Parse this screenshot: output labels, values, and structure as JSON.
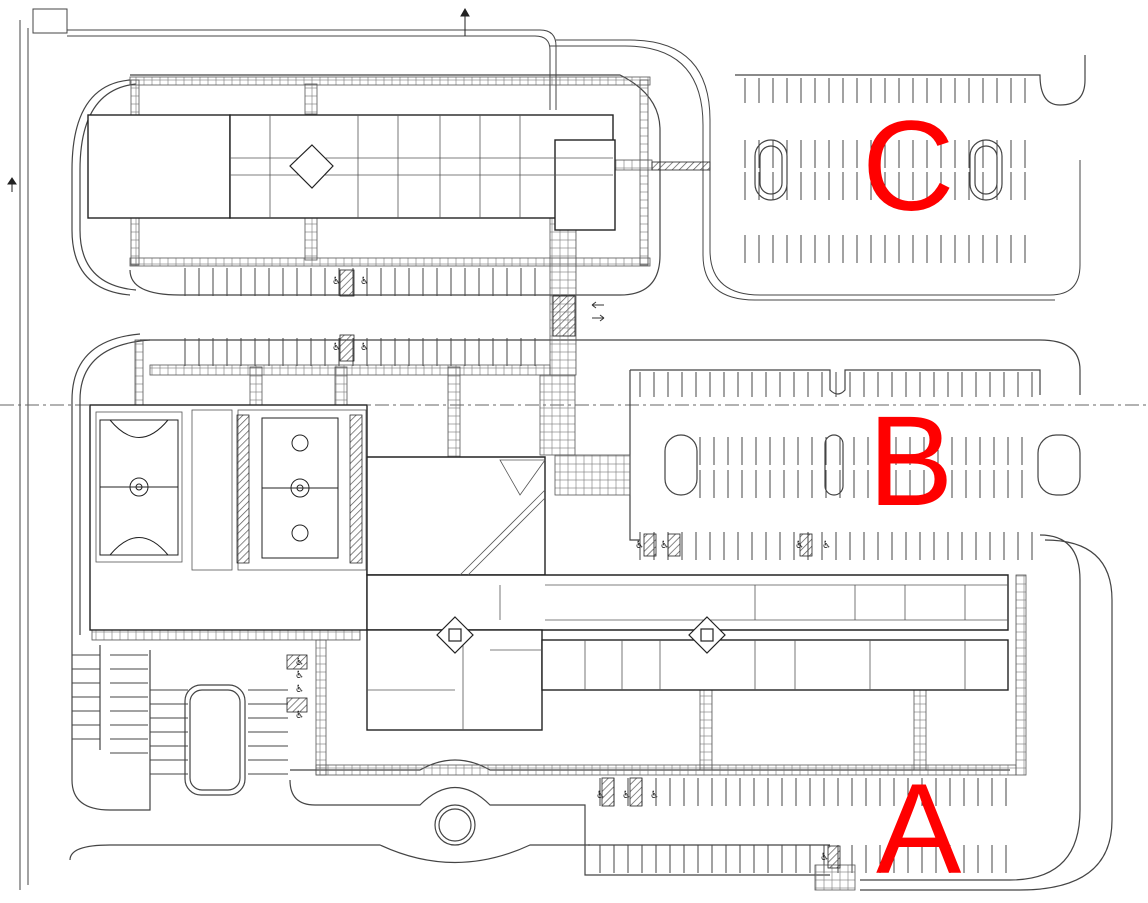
{
  "map": {
    "zones": [
      {
        "id": "C",
        "label": "C"
      },
      {
        "id": "B",
        "label": "B"
      },
      {
        "id": "A",
        "label": "A"
      }
    ],
    "colors": {
      "zone_label": "#ff0000",
      "linework": "#333333",
      "background": "#ffffff",
      "hatch": "#555555"
    },
    "icons": [
      "accessible-parking-icon",
      "north-arrow-icon",
      "traffic-arrow-icon"
    ]
  }
}
